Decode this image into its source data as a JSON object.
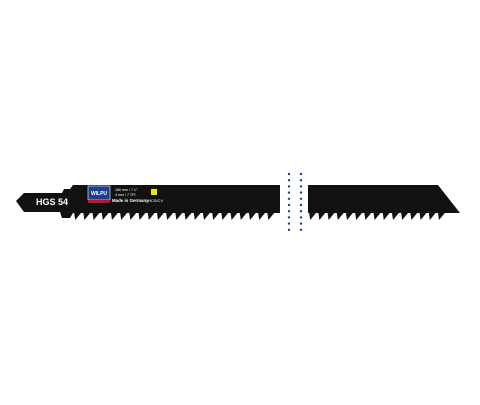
{
  "blade": {
    "model": "HGS 54",
    "spec_line1": "180 mm / 7.1\"",
    "spec_line2": "4 mm / 7 TPI",
    "origin": "Made in Germany",
    "material": "HCS/CV",
    "material_color": "#f2e600",
    "body_color": "#111111"
  },
  "logo": {
    "text": "WILPU",
    "color": "#1d3f8f"
  },
  "break_marks": {
    "color": "#1d3f8f"
  }
}
